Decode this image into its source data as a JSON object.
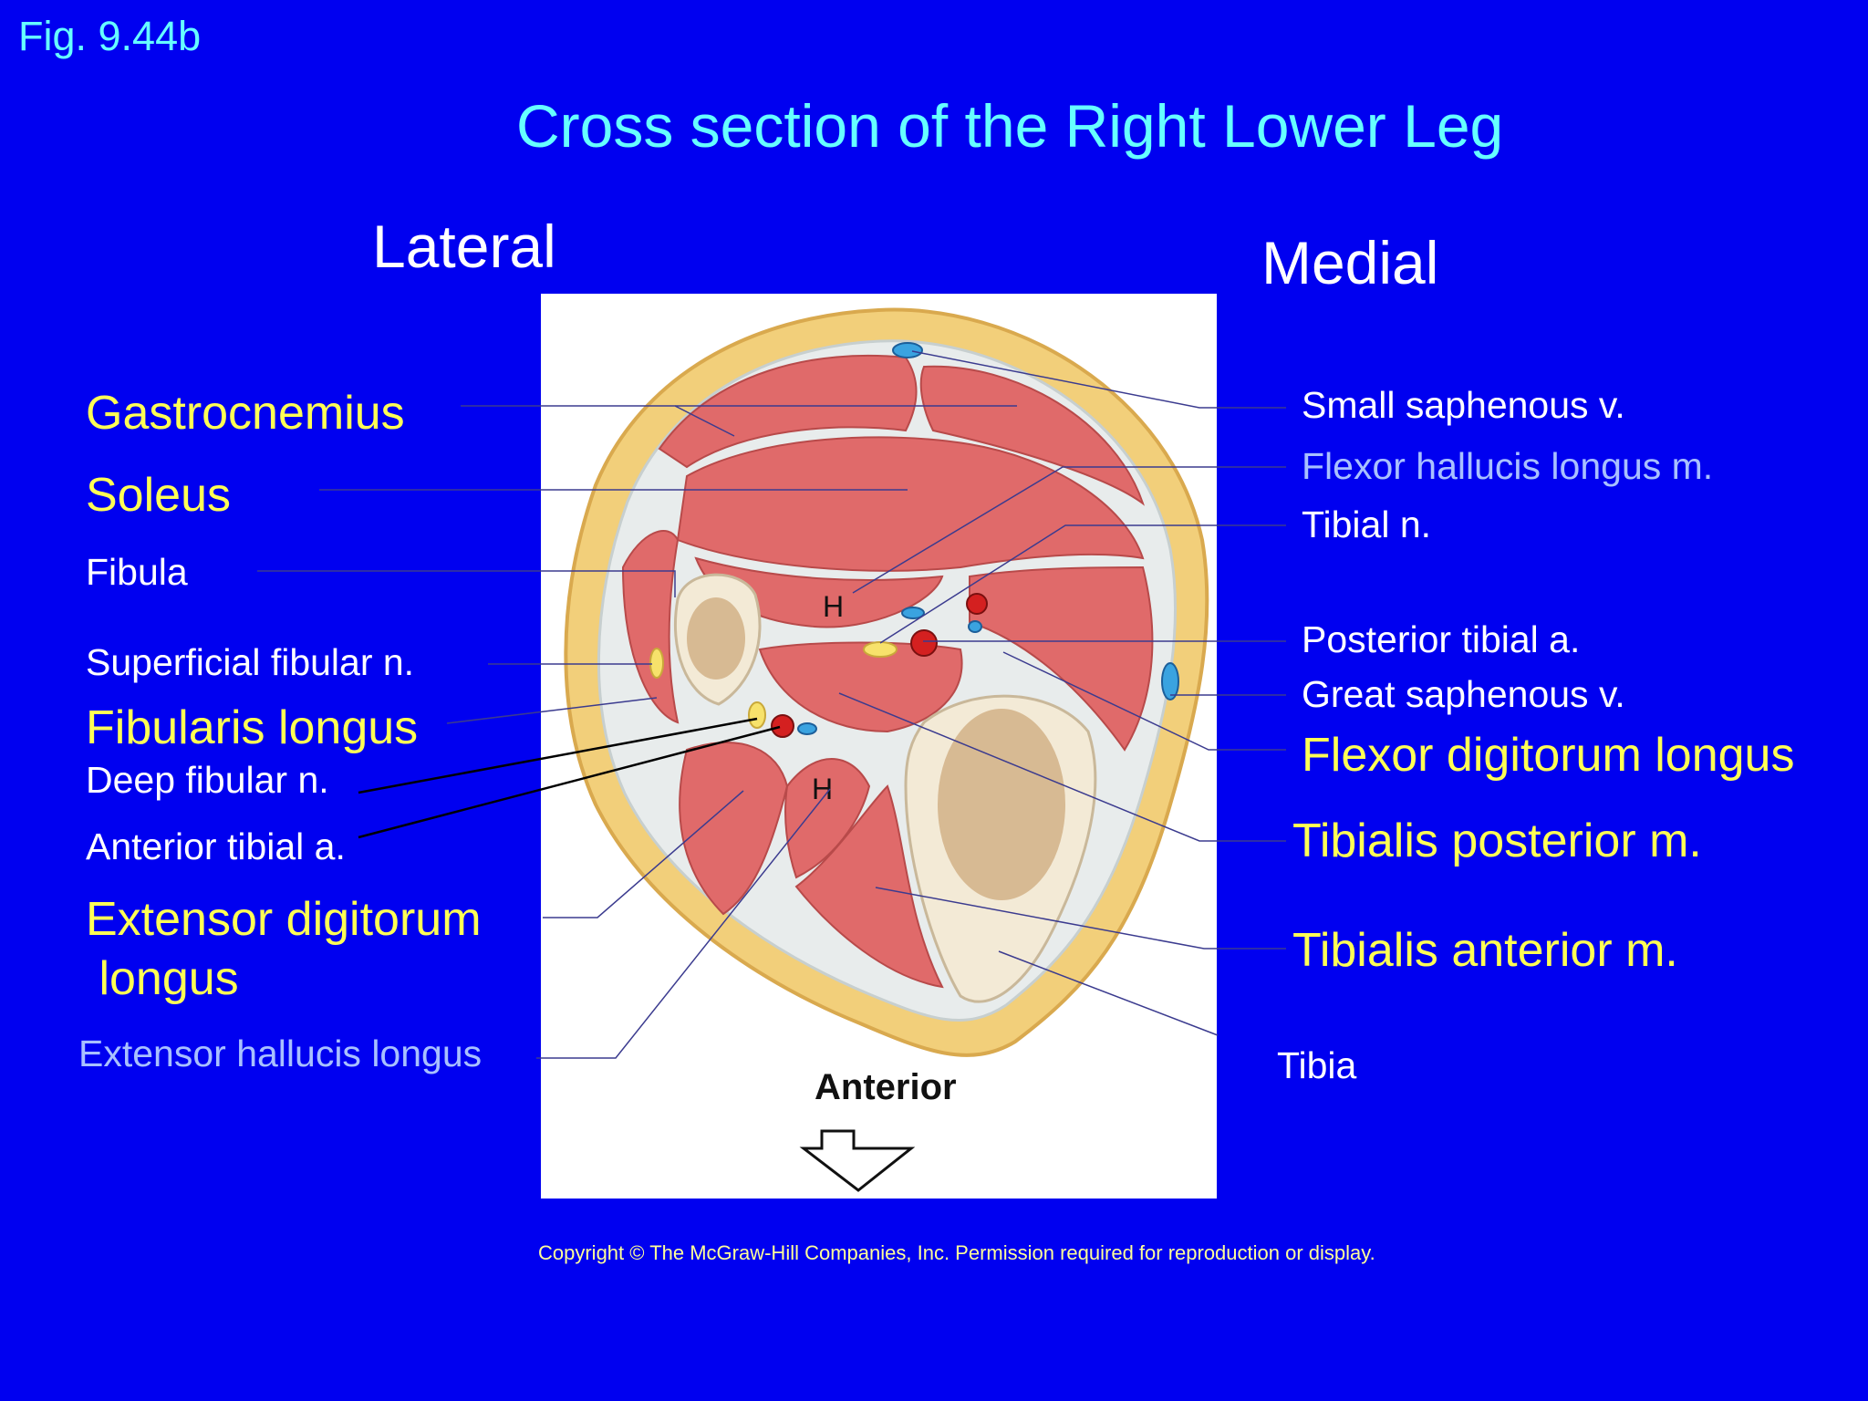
{
  "figure_number": "Fig. 9.44b",
  "title": "Cross section of the Right Lower Leg",
  "orientation": {
    "lateral": "Lateral",
    "medial": "Medial",
    "anterior": "Anterior"
  },
  "left_labels": {
    "gastrocnemius": "Gastrocnemius",
    "soleus": "Soleus",
    "fibula": "Fibula",
    "superficial_fibular_n": "Superficial fibular n.",
    "fibularis_longus": "Fibularis  longus",
    "deep_fibular_n": "Deep fibular n.",
    "anterior_tibial_a": "Anterior tibial a.",
    "extensor_digitorum_line1": "Extensor digitorum",
    "extensor_digitorum_line2": " longus",
    "extensor_hallucis_longus": "Extensor hallucis longus"
  },
  "right_labels": {
    "small_saphenous_v": "Small saphenous v.",
    "flexor_hallucis_longus": "Flexor hallucis longus m.",
    "tibial_n": "Tibial n.",
    "posterior_tibial_a": "Posterior tibial a.",
    "great_saphenous_v": "Great saphenous v.",
    "flexor_digitorum_longus": "Flexor digitorum longus",
    "tibialis_posterior": "Tibialis posterior m.",
    "tibialis_anterior": "Tibialis anterior m.",
    "tibia": "Tibia"
  },
  "image_marks": {
    "h1": "H",
    "h2": "H"
  },
  "copyright": "Copyright © The McGraw-Hill Companies, Inc. Permission required for reproduction or display.",
  "colors": {
    "background": "#0000f0",
    "title": "#66ffff",
    "muscle_label": "#ffff55",
    "structure_label": "#ffffff",
    "alt_label": "#a8c0ff",
    "muscle": "#e06a6a",
    "fat": "#f2cf7a",
    "bone": "#f3ead6"
  }
}
